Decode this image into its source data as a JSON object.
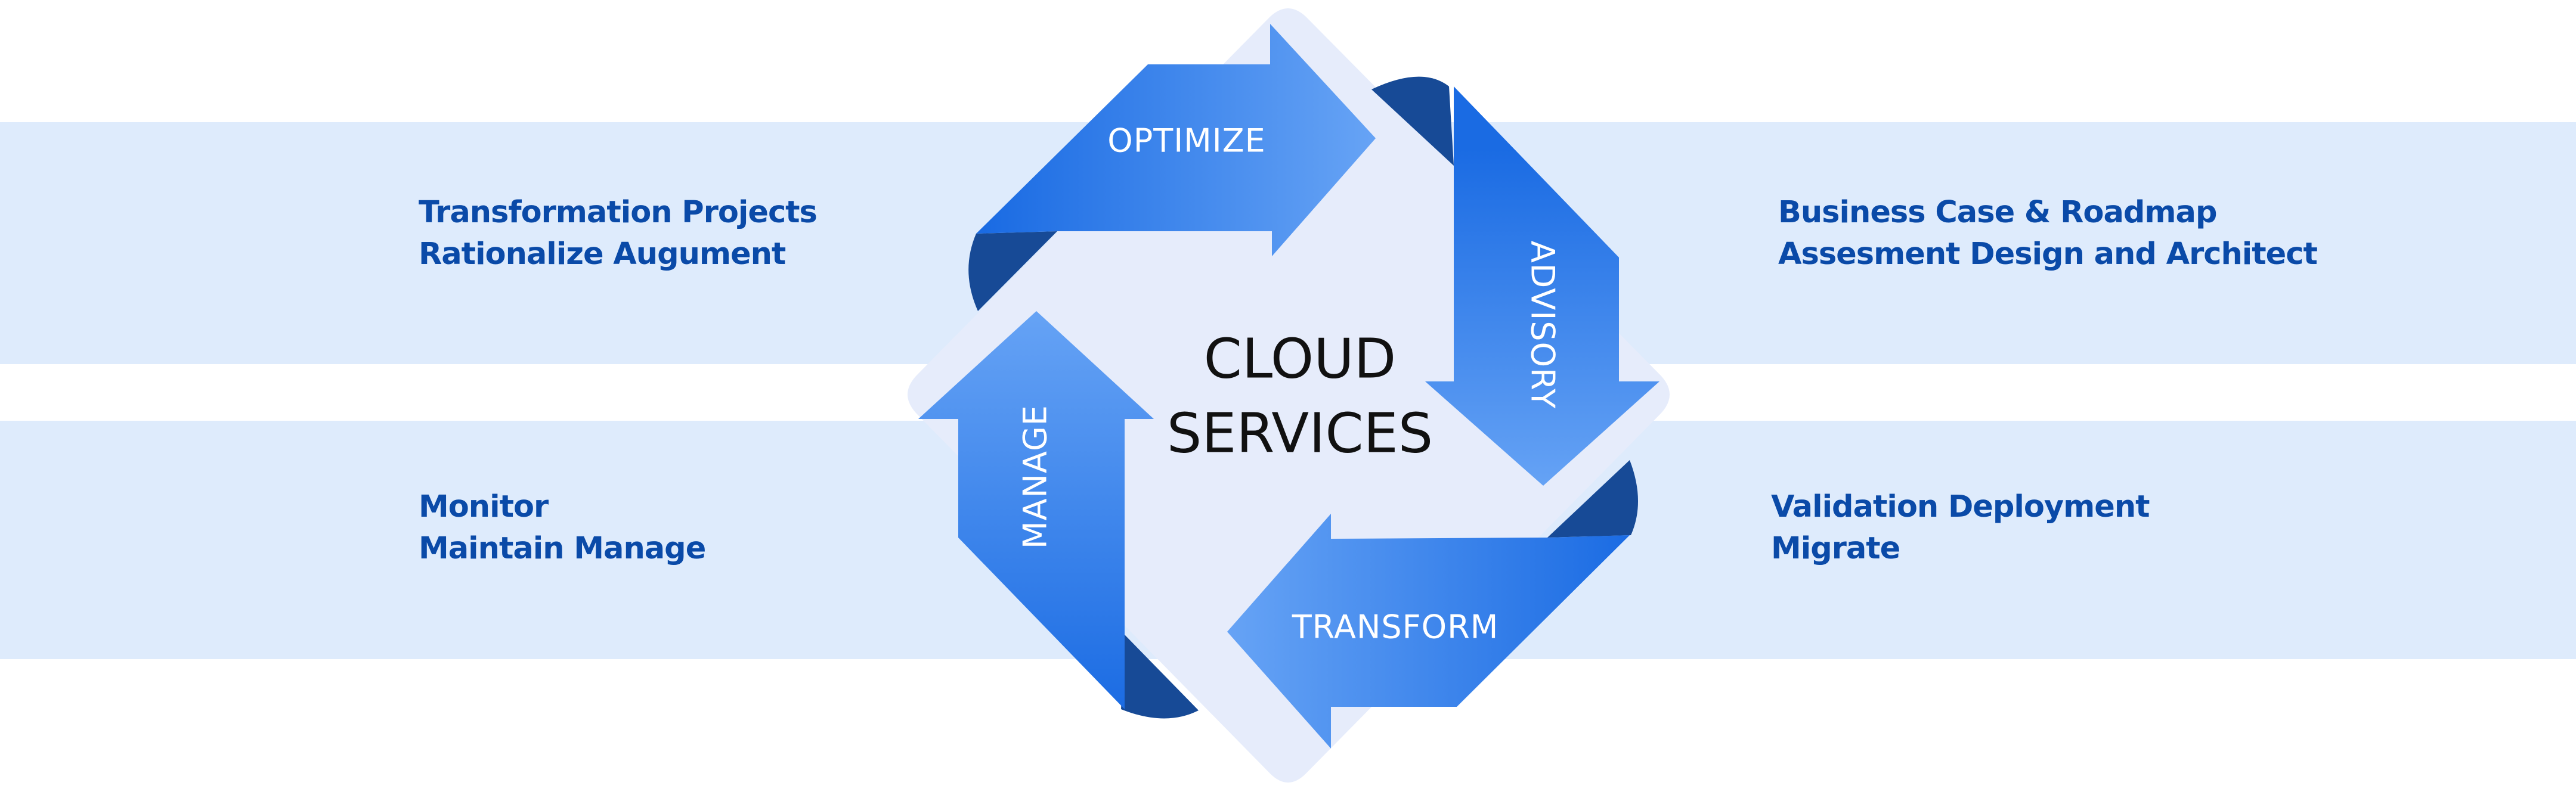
{
  "diagram": {
    "center": {
      "line1": "CLOUD",
      "line2": "SERVICES"
    },
    "stages": {
      "optimize": "OPTIMIZE",
      "advisory": "ADVISORY",
      "transform": "TRANSFORM",
      "manage": "MANAGE"
    },
    "colors": {
      "band": "#deebfc",
      "diamond": "#e6ecfb",
      "arrow_dark": "#1a6be3",
      "arrow_light": "#66a3f5",
      "fold": "#174a96",
      "text_blue": "#0a4aa8"
    }
  },
  "notes": {
    "top_left": [
      "Transformation Projects",
      "Rationalize Augument"
    ],
    "top_right": [
      "Business Case & Roadmap",
      "Assesment Design and Architect"
    ],
    "bottom_left": [
      "Monitor",
      "Maintain Manage"
    ],
    "bottom_right": [
      "Validation Deployment",
      "Migrate"
    ]
  }
}
